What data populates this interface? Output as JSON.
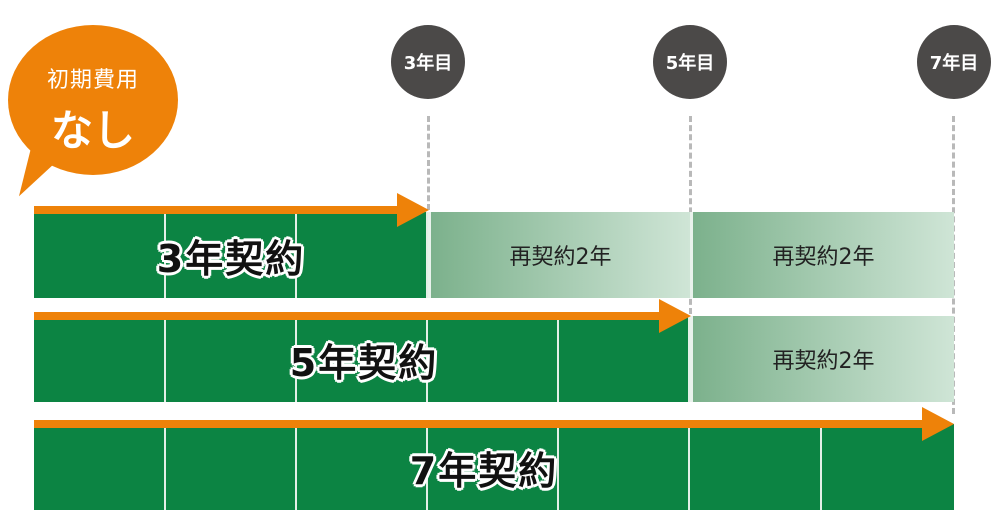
{
  "bubble": {
    "line1": "初期費用",
    "line2": "なし"
  },
  "markers": {
    "y3": "3年目",
    "y5": "5年目",
    "y7": "7年目"
  },
  "rows": {
    "row3": {
      "label": "3年契約",
      "renewal1": "再契約2年",
      "renewal2": "再契約2年"
    },
    "row5": {
      "label": "5年契約",
      "renewal1": "再契約2年"
    },
    "row7": {
      "label": "7年契約"
    }
  },
  "colors": {
    "orange": "#ee8209",
    "green": "#0c8443",
    "marker": "#4b4948"
  }
}
